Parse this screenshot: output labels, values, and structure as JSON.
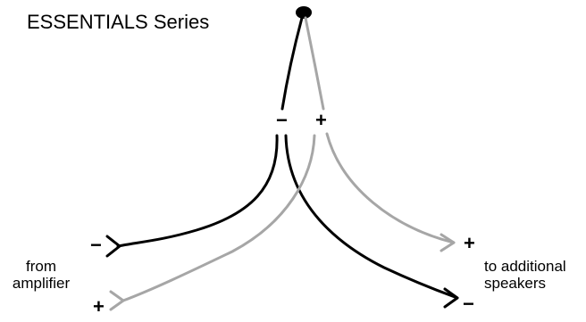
{
  "title": "ESSENTIALS Series",
  "input_label": [
    "from",
    "amplifier"
  ],
  "output_label": [
    "to additional",
    "speakers"
  ],
  "junction_labels": {
    "negative": "−",
    "positive": "+"
  },
  "input_signs": {
    "negative": "−",
    "positive": "+"
  },
  "output_signs": {
    "positive": "+",
    "negative": "−"
  },
  "colors": {
    "negative_wire": "#000000",
    "positive_wire": "#a6a6a6",
    "node": "#000000"
  }
}
